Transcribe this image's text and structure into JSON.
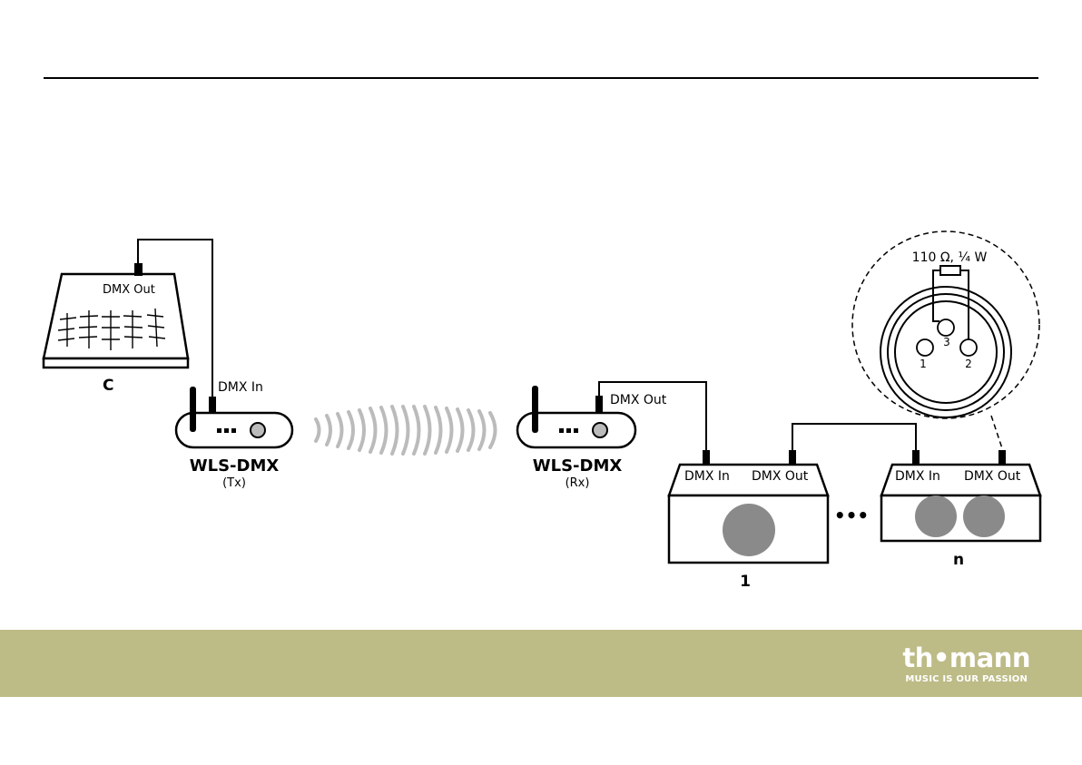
{
  "controller": {
    "label": "C",
    "port_label": "DMX Out"
  },
  "transmitter": {
    "model": "WLS-DMX",
    "mode": "(Tx)",
    "port_label": "DMX In"
  },
  "receiver": {
    "model": "WLS-DMX",
    "mode": "(Rx)",
    "port_label": "DMX Out"
  },
  "fixture_first": {
    "label": "1",
    "in_label": "DMX In",
    "out_label": "DMX Out"
  },
  "ellipsis": "•••",
  "fixture_last": {
    "label": "n",
    "in_label": "DMX In",
    "out_label": "DMX Out"
  },
  "terminator": {
    "resistor_label": "110 Ω, ¼ W",
    "pins": [
      "1",
      "2",
      "3"
    ]
  },
  "brand": {
    "name": "th•mann",
    "tagline": "MUSIC IS OUR PASSION"
  },
  "colors": {
    "footer_band": "#bdbb86",
    "lamp_fill": "#8a8a8a",
    "signal_wave": "#bbbbbb"
  }
}
